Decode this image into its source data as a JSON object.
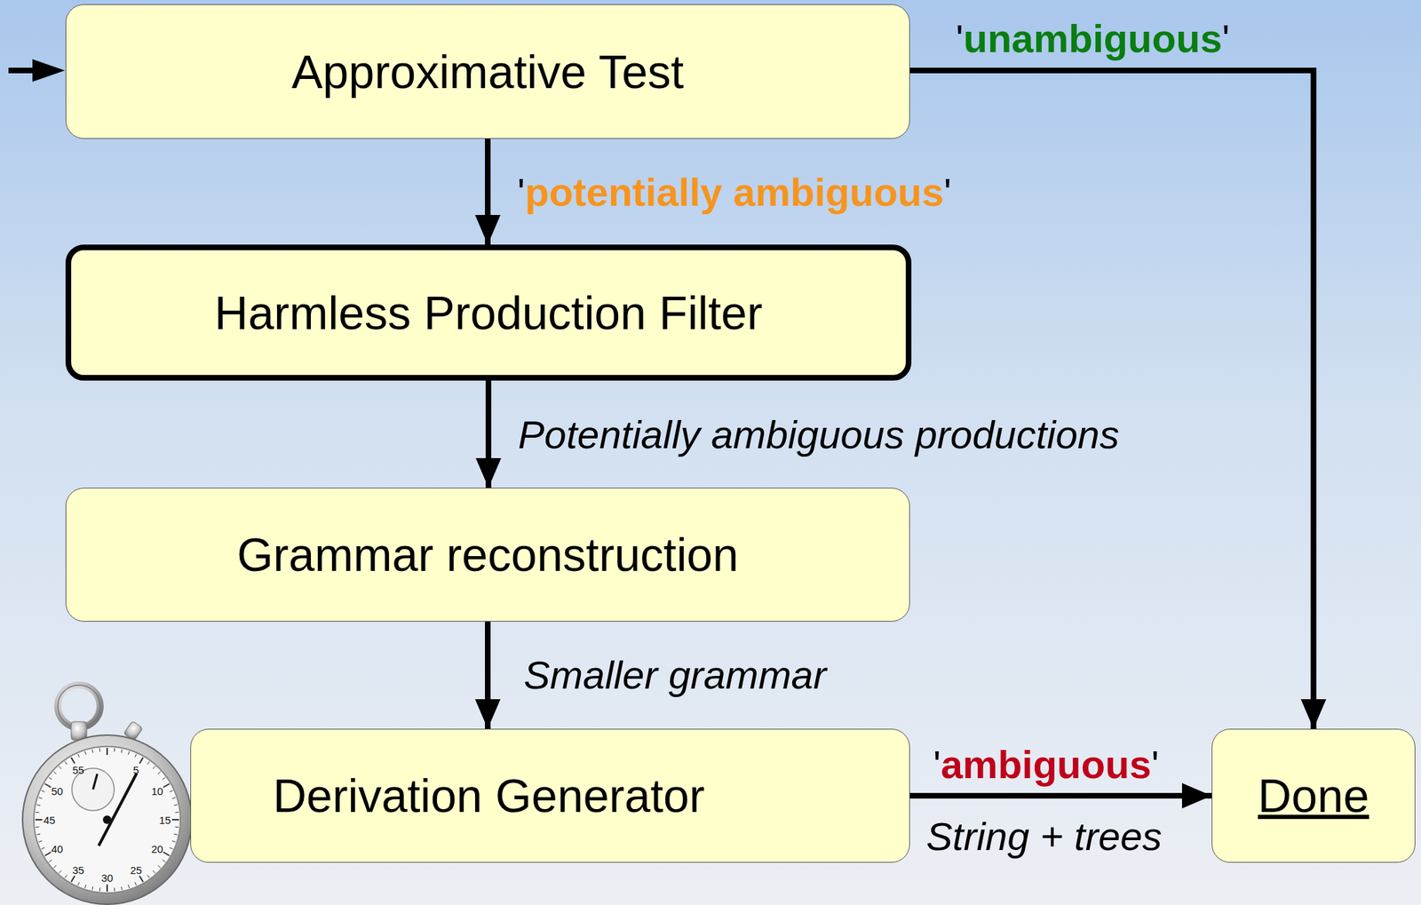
{
  "diagram": {
    "nodes": [
      {
        "text": [
          "Approximative Test"
        ]
      },
      {
        "text": [
          "Harmless Production Filter"
        ]
      },
      {
        "text": [
          "Grammar reconstruction"
        ]
      },
      {
        "text": [
          "Derivation Generator"
        ]
      },
      {
        "text": [
          "Done"
        ]
      }
    ],
    "edges": [
      {
        "from": 0,
        "to": 4,
        "label": "'unambiguous'",
        "arrow": "to"
      },
      {
        "from": 0,
        "to": 1,
        "label": "'potentially ambiguous'",
        "arrow": "to"
      },
      {
        "from": 1,
        "to": 2,
        "label": "Potentially ambiguous productions",
        "arrow": "to"
      },
      {
        "from": 2,
        "to": 3,
        "label": "Smaller grammar",
        "arrow": "to"
      },
      {
        "from": 3,
        "to": 4,
        "label": "'ambiguous'",
        "arrow": "to"
      }
    ],
    "labels": [
      "String + trees",
      "5",
      "10",
      "15",
      "20",
      "25",
      "30",
      "35",
      "40",
      "45",
      "50",
      "55"
    ]
  }
}
